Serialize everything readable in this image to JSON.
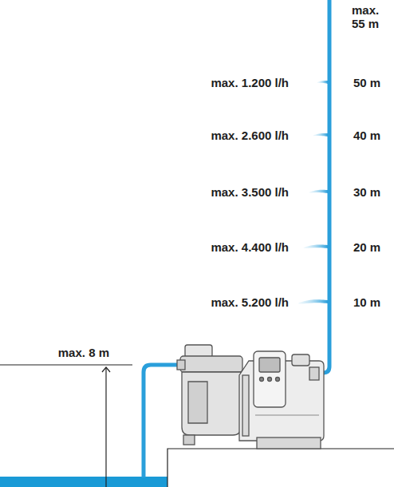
{
  "diagram": {
    "labels": [
      "max. 55 m",
      "max. 1.200 l/h",
      "50 m",
      "max. 2.600 l/h",
      "40 m",
      "max. 3.500 l/h",
      "30 m",
      "max. 4.400 l/h",
      "20 m",
      "max. 5.200 l/h",
      "10 m",
      "max. 8 m"
    ]
  }
}
